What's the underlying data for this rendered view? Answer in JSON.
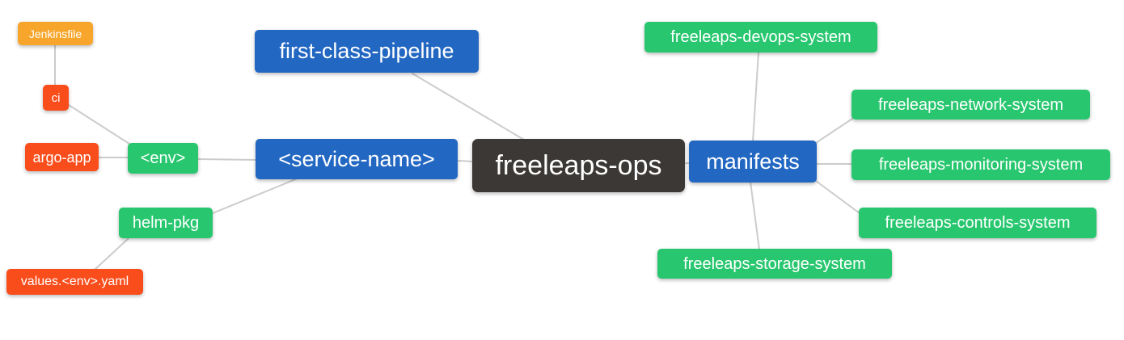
{
  "diagram": {
    "type": "mindmap",
    "root": "freeleaps-ops",
    "background": "#ffffff"
  },
  "colors": {
    "blue": "#2267c2",
    "green": "#28c76f",
    "red": "#fa4d1c",
    "orange": "#f7a62b",
    "dark": "#3b3835",
    "edge": "#cccccc",
    "node_text": "#ffffff"
  },
  "nodes": [
    {
      "id": "jenkinsfile",
      "label": "Jenkinsfile",
      "color": "orange"
    },
    {
      "id": "ci",
      "label": "ci",
      "color": "red"
    },
    {
      "id": "argo-app",
      "label": "argo-app",
      "color": "red"
    },
    {
      "id": "env",
      "label": "<env>",
      "color": "green"
    },
    {
      "id": "helm-pkg",
      "label": "helm-pkg",
      "color": "green"
    },
    {
      "id": "values-env-yaml",
      "label": "values.<env>.yaml",
      "color": "red"
    },
    {
      "id": "service-name",
      "label": "<service-name>",
      "color": "blue"
    },
    {
      "id": "first-class-pipeline",
      "label": "first-class-pipeline",
      "color": "blue"
    },
    {
      "id": "freeleaps-ops",
      "label": "freeleaps-ops",
      "color": "dark"
    },
    {
      "id": "manifests",
      "label": "manifests",
      "color": "blue"
    },
    {
      "id": "freeleaps-devops-system",
      "label": "freeleaps-devops-system",
      "color": "green"
    },
    {
      "id": "freeleaps-network-system",
      "label": "freeleaps-network-system",
      "color": "green"
    },
    {
      "id": "freeleaps-monitoring-system",
      "label": "freeleaps-monitoring-system",
      "color": "green"
    },
    {
      "id": "freeleaps-controls-system",
      "label": "freeleaps-controls-system",
      "color": "green"
    },
    {
      "id": "freeleaps-storage-system",
      "label": "freeleaps-storage-system",
      "color": "green"
    }
  ],
  "edges": [
    {
      "from": "jenkinsfile",
      "to": "ci"
    },
    {
      "from": "ci",
      "to": "env"
    },
    {
      "from": "argo-app",
      "to": "env"
    },
    {
      "from": "env",
      "to": "service-name"
    },
    {
      "from": "helm-pkg",
      "to": "service-name"
    },
    {
      "from": "values-env-yaml",
      "to": "helm-pkg"
    },
    {
      "from": "first-class-pipeline",
      "to": "freeleaps-ops"
    },
    {
      "from": "service-name",
      "to": "freeleaps-ops"
    },
    {
      "from": "freeleaps-ops",
      "to": "manifests"
    },
    {
      "from": "manifests",
      "to": "freeleaps-devops-system"
    },
    {
      "from": "manifests",
      "to": "freeleaps-network-system"
    },
    {
      "from": "manifests",
      "to": "freeleaps-monitoring-system"
    },
    {
      "from": "manifests",
      "to": "freeleaps-controls-system"
    },
    {
      "from": "manifests",
      "to": "freeleaps-storage-system"
    }
  ]
}
